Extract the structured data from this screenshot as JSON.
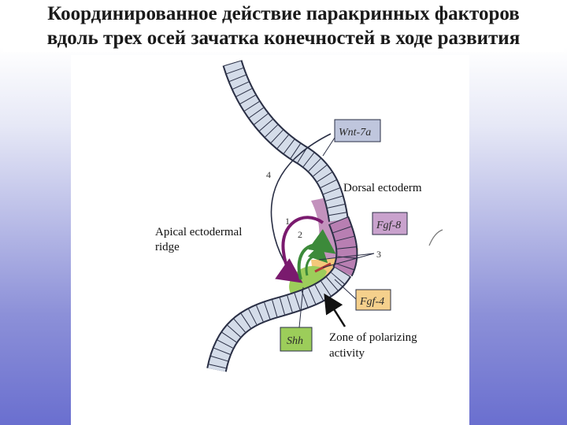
{
  "title": {
    "line1": "Координированное действие паракринных факторов",
    "line2": "вдоль трех осей зачатка конечностей в ходе развития"
  },
  "labels": {
    "dorsal_ectoderm": "Dorsal ectoderm",
    "aer_line1": "Apical ectodermal",
    "aer_line2": "ridge",
    "zpa_line1": "Zone of polarizing",
    "zpa_line2": "activity"
  },
  "genes": {
    "wnt7a": "Wnt-7a",
    "fgf8": "Fgf-8",
    "fgf4": "Fgf-4",
    "shh": "Shh"
  },
  "numbers": {
    "n1": "1",
    "n2": "2",
    "n3": "3",
    "n4": "4"
  },
  "colors": {
    "epithelium": "#d4dce9",
    "epithelium_border": "#2a2f45",
    "fgf8_region": "#b87fb2",
    "fgf8_box": "#c9a2cd",
    "zpa_region": "#9ccd5a",
    "zpa_box": "#9ccd5a",
    "fgf4_region": "#f3c87a",
    "fgf4_box": "#f5d08c",
    "wnt_box": "#bfc6dd",
    "arrow_purple": "#7a1a6e",
    "arrow_green": "#3c8a3a",
    "arrow_red": "#b23a3a"
  }
}
